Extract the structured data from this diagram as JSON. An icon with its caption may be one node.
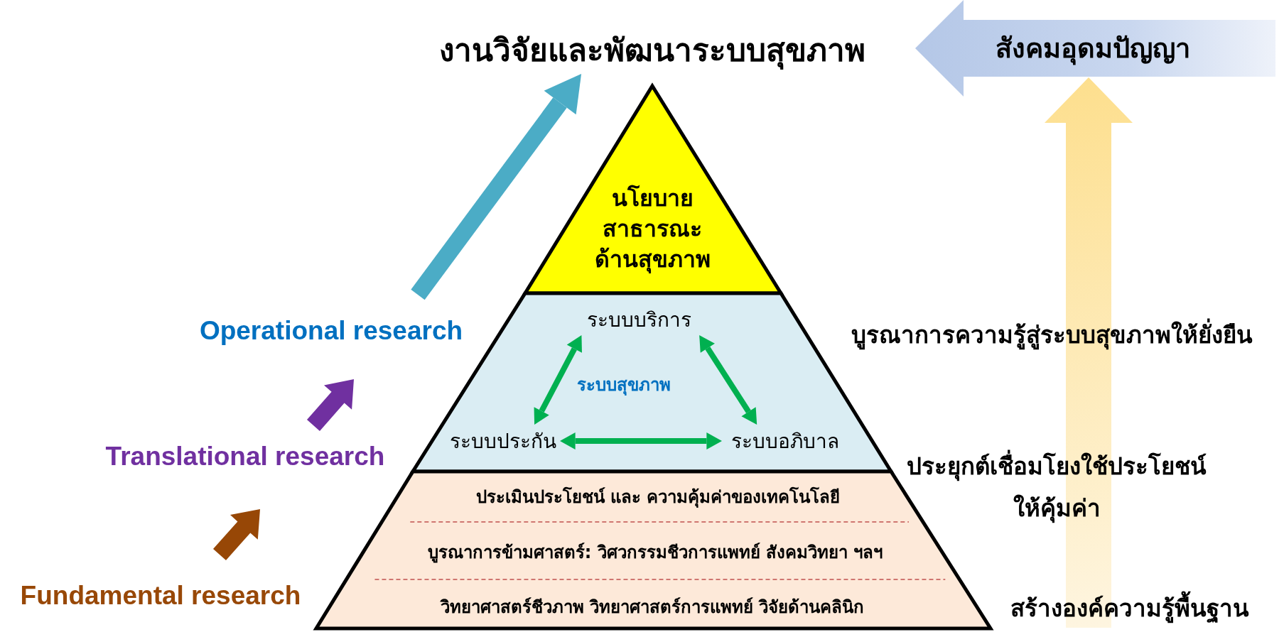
{
  "diagram": {
    "nodes": [
      {
        "text": [
          "งานวิจัยและพัฒนาระบบสุขภาพ"
        ]
      },
      {
        "text": [
          "สังคมอุดมปัญญา"
        ]
      },
      {
        "text": [
          "นโยบายสาธารณะด้านสุขภาพ"
        ]
      },
      {
        "text": [
          "ระบบสุขภาพ"
        ]
      },
      {
        "text": [
          "ระบบบริการ"
        ],
        "in": 3
      },
      {
        "text": [
          "ระบบประกัน"
        ],
        "in": 3
      },
      {
        "text": [
          "ระบบอภิบาล"
        ],
        "in": 3
      },
      {
        "text": [
          "ประเมินประโยชน์ และ ความคุ้มค่าของเทคโนโลยี",
          "บูรณาการข้ามศาสตร์: วิศวกรรมชีวการแพทย์ สังคมวิทยา ฯลฯ",
          "วิทยาศาสตร์ชีวภาพ วิทยาศาสตร์การแพทย์ วิจัยด้านคลินิก"
        ]
      }
    ],
    "edges": [
      {
        "from": 4,
        "to": 5,
        "arrow": "both"
      },
      {
        "from": 4,
        "to": 6,
        "arrow": "both"
      },
      {
        "from": 5,
        "to": 6,
        "arrow": "both"
      },
      {
        "from": null,
        "to": 0,
        "arrow": "to",
        "style": "thick",
        "color": "#4bacc6"
      }
    ],
    "labels": [
      "Operational research",
      "บูรณาการความรู้สู่ระบบสุขภาพให้ยั่งยืน",
      "Translational research",
      "ประยุกต์เชื่อมโยงใช้ประโยชน์ให้คุ้มค่า",
      "Fundamental research",
      "สร้างองค์ความรู้พื้นฐาน"
    ]
  }
}
